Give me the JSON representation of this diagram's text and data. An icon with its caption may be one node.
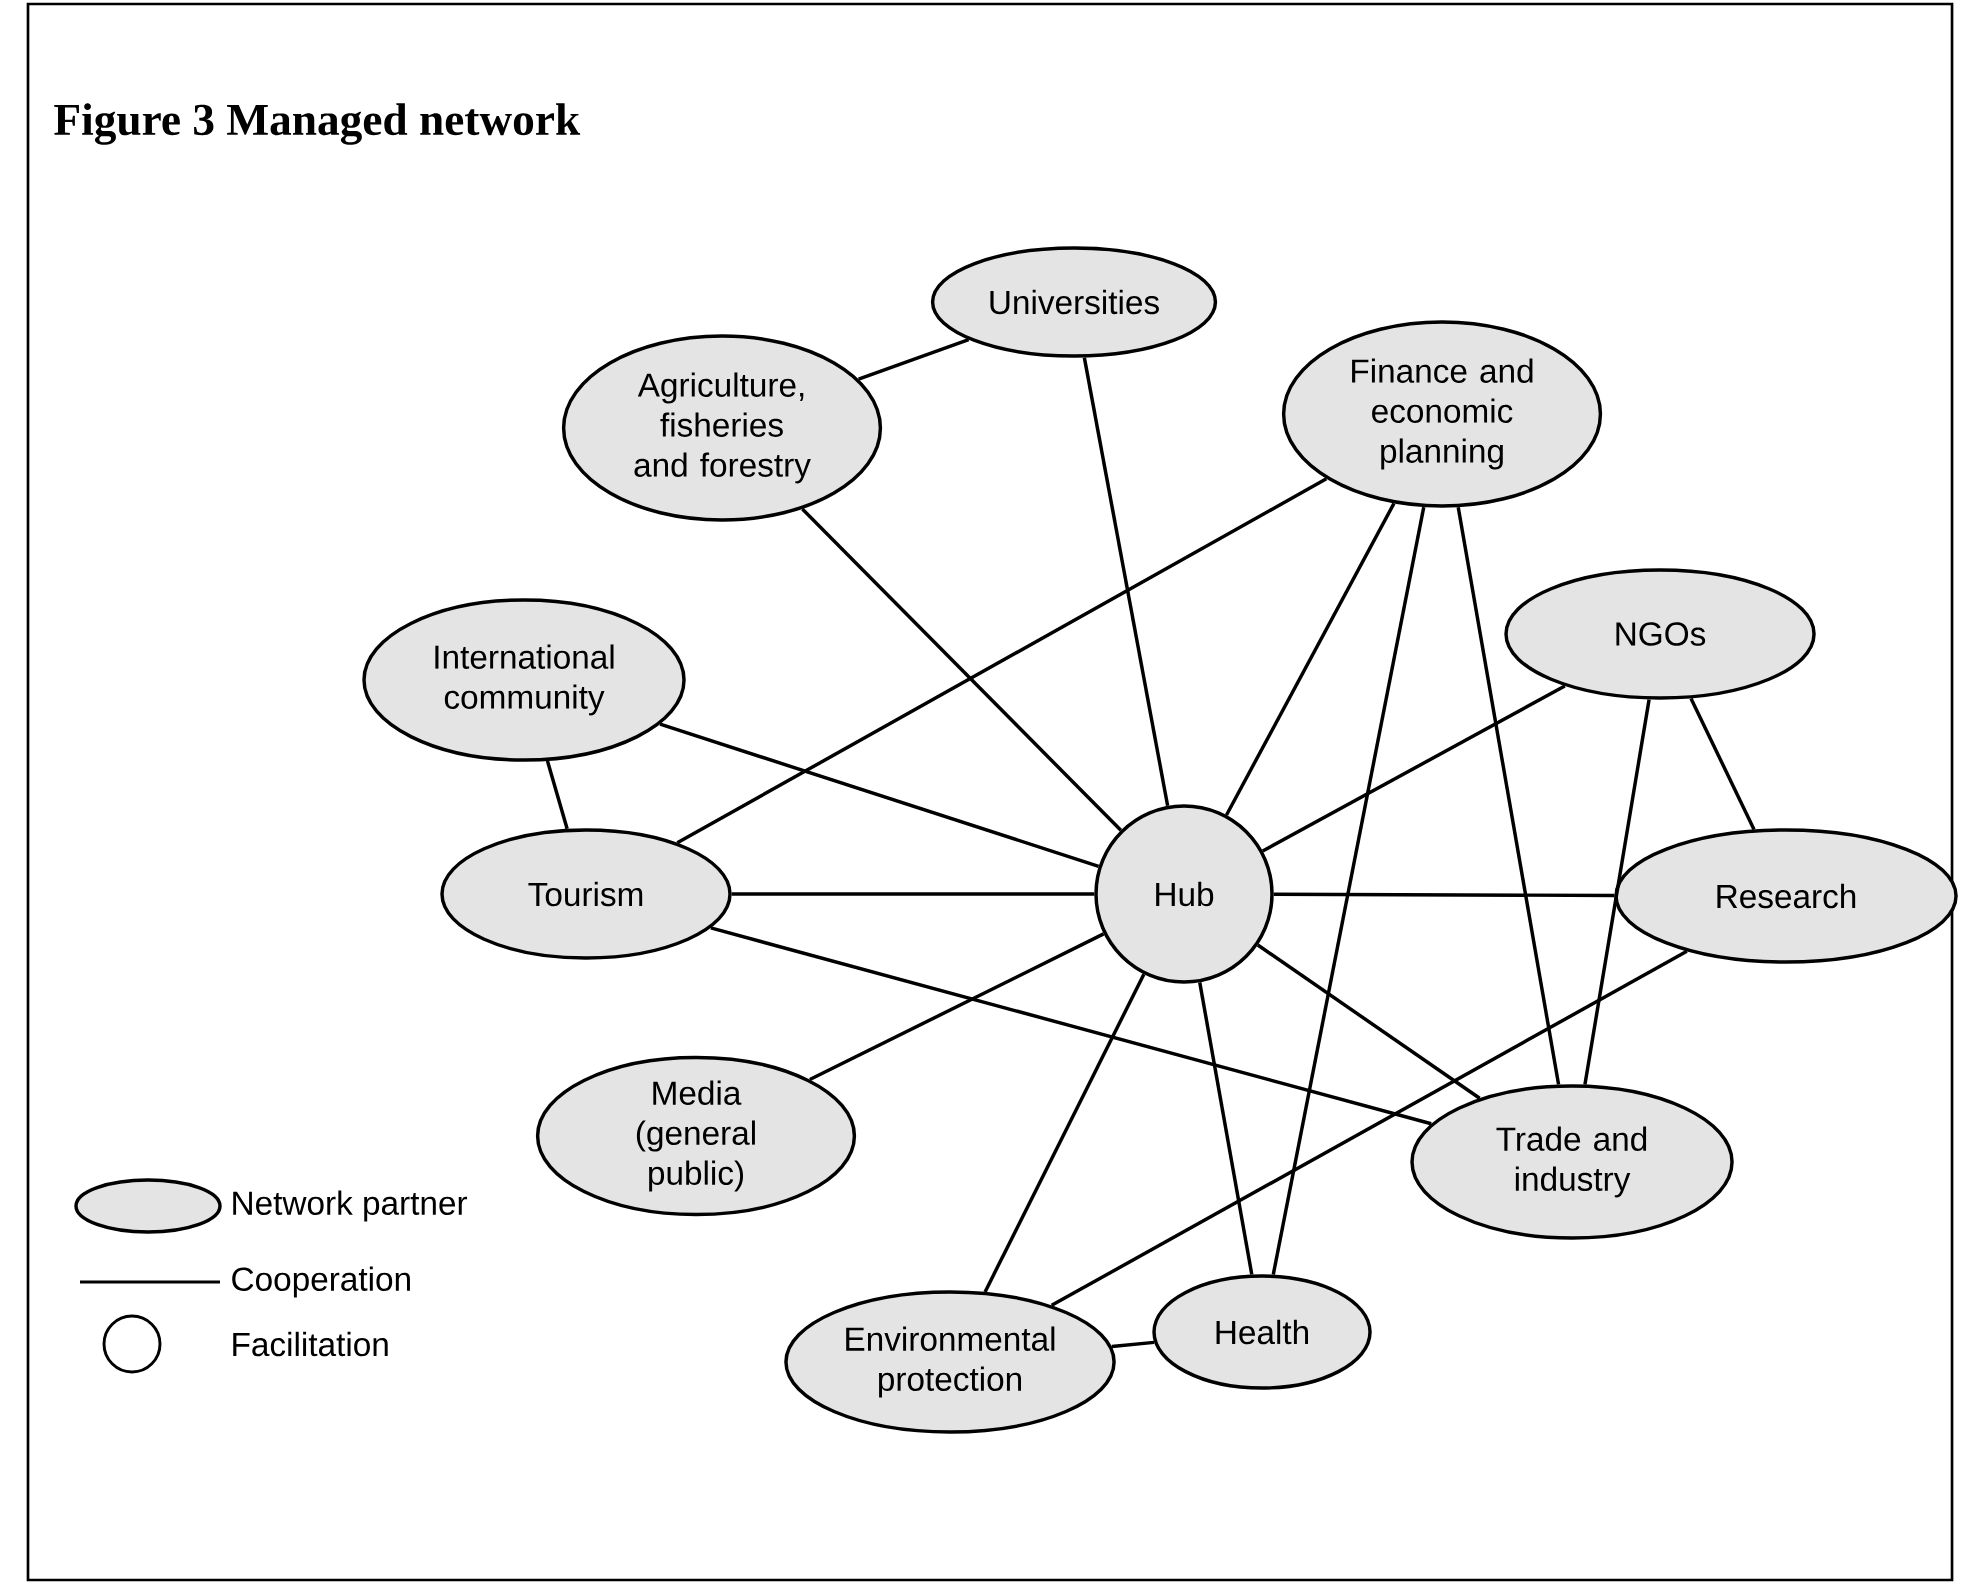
{
  "diagram": {
    "title": "Figure 3 Managed network",
    "nodes": [
      {
        "text": [
          "Universities"
        ]
      },
      {
        "text": [
          "Agriculture, fisheries and forestry"
        ]
      },
      {
        "text": [
          "Finance and economic planning"
        ]
      },
      {
        "text": [
          "NGOs"
        ]
      },
      {
        "text": [
          "International community"
        ]
      },
      {
        "text": [
          "Tourism"
        ]
      },
      {
        "text": [
          "Hub"
        ]
      },
      {
        "text": [
          "Research"
        ]
      },
      {
        "text": [
          "Media (general public)"
        ]
      },
      {
        "text": [
          "Trade and industry"
        ]
      },
      {
        "text": [
          "Environmental protection"
        ]
      },
      {
        "text": [
          "Health"
        ]
      }
    ],
    "edges": [
      {
        "from": 1,
        "to": 0,
        "arrow": "none"
      },
      {
        "from": 0,
        "to": 6,
        "arrow": "none"
      },
      {
        "from": 1,
        "to": 6,
        "arrow": "none"
      },
      {
        "from": 2,
        "to": 5,
        "arrow": "none"
      },
      {
        "from": 2,
        "to": 6,
        "arrow": "none"
      },
      {
        "from": 2,
        "to": 11,
        "arrow": "none"
      },
      {
        "from": 2,
        "to": 9,
        "arrow": "none"
      },
      {
        "from": 3,
        "to": 6,
        "arrow": "none"
      },
      {
        "from": 3,
        "to": 9,
        "arrow": "none"
      },
      {
        "from": 3,
        "to": 7,
        "arrow": "none"
      },
      {
        "from": 4,
        "to": 6,
        "arrow": "none"
      },
      {
        "from": 4,
        "to": 5,
        "arrow": "none"
      },
      {
        "from": 5,
        "to": 6,
        "arrow": "none"
      },
      {
        "from": 5,
        "to": 9,
        "arrow": "none"
      },
      {
        "from": 6,
        "to": 7,
        "arrow": "none"
      },
      {
        "from": 6,
        "to": 8,
        "arrow": "none"
      },
      {
        "from": 6,
        "to": 10,
        "arrow": "none"
      },
      {
        "from": 6,
        "to": 11,
        "arrow": "none"
      },
      {
        "from": 6,
        "to": 9,
        "arrow": "none"
      },
      {
        "from": 7,
        "to": 10,
        "arrow": "none"
      },
      {
        "from": 10,
        "to": 11,
        "arrow": "none"
      }
    ],
    "legend": [
      {
        "text": "Network partner"
      },
      {
        "text": "Cooperation"
      },
      {
        "text": "Facilitation"
      }
    ]
  }
}
